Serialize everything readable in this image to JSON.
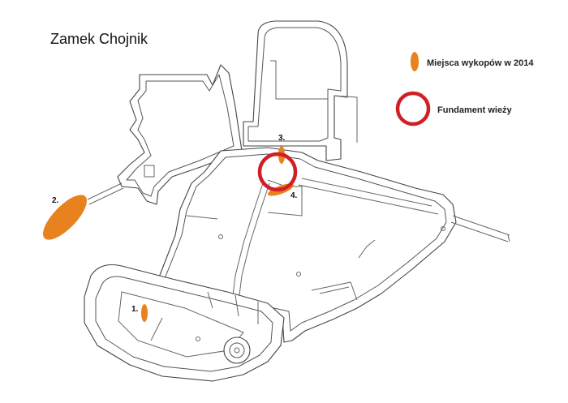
{
  "title": "Zamek Chojnik",
  "legend": {
    "excavation": {
      "label": "Miejsca wykopów w 2014",
      "icon": "orange-ellipse-icon",
      "color": "#E8821E"
    },
    "tower": {
      "label": "Fundament wieży",
      "icon": "red-ring-icon",
      "color": "#D11F26"
    }
  },
  "sites": [
    {
      "number": "1."
    },
    {
      "number": "2."
    },
    {
      "number": "3."
    },
    {
      "number": "4."
    }
  ]
}
